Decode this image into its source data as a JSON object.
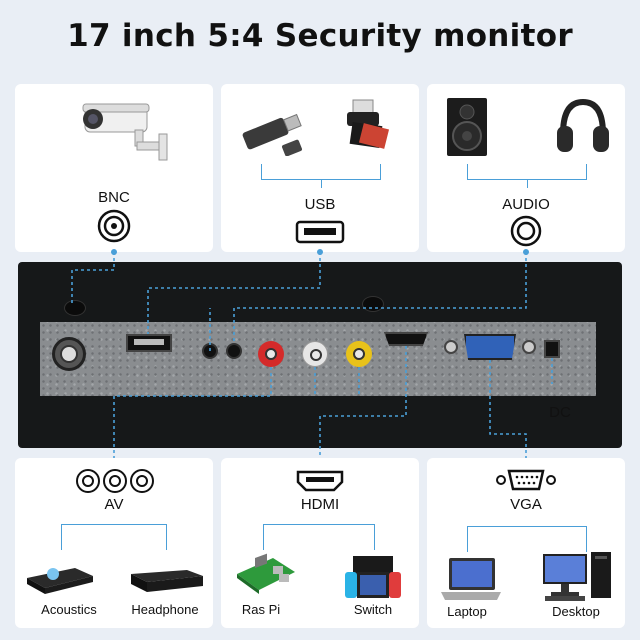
{
  "title": "17 inch 5:4 Security monitor",
  "top_ports": {
    "bnc": "BNC",
    "usb": "USB",
    "audio": "AUDIO"
  },
  "side_ports": {
    "dc": "DC"
  },
  "bottom_ports": {
    "av": "AV",
    "hdmi": "HDMI",
    "vga": "VGA"
  },
  "devices": {
    "acoustics": "Acoustics",
    "headphone": "Headphone",
    "ras_pi": "Ras Pi",
    "switch": "Switch",
    "laptop": "Laptop",
    "desktop": "Desktop"
  },
  "colors": {
    "accent_line": "#4a9fd8",
    "rca_red": "#d42a2a",
    "rca_white": "#e6e6e6",
    "rca_yellow": "#e8c21a"
  },
  "icons": [
    "security-camera-icon",
    "usb-drive-icon",
    "card-reader-icon",
    "speaker-icon",
    "headphones-icon",
    "dvd-player-icon",
    "set-top-box-icon",
    "raspberry-pi-icon",
    "game-console-icon",
    "laptop-icon",
    "desktop-pc-icon"
  ]
}
